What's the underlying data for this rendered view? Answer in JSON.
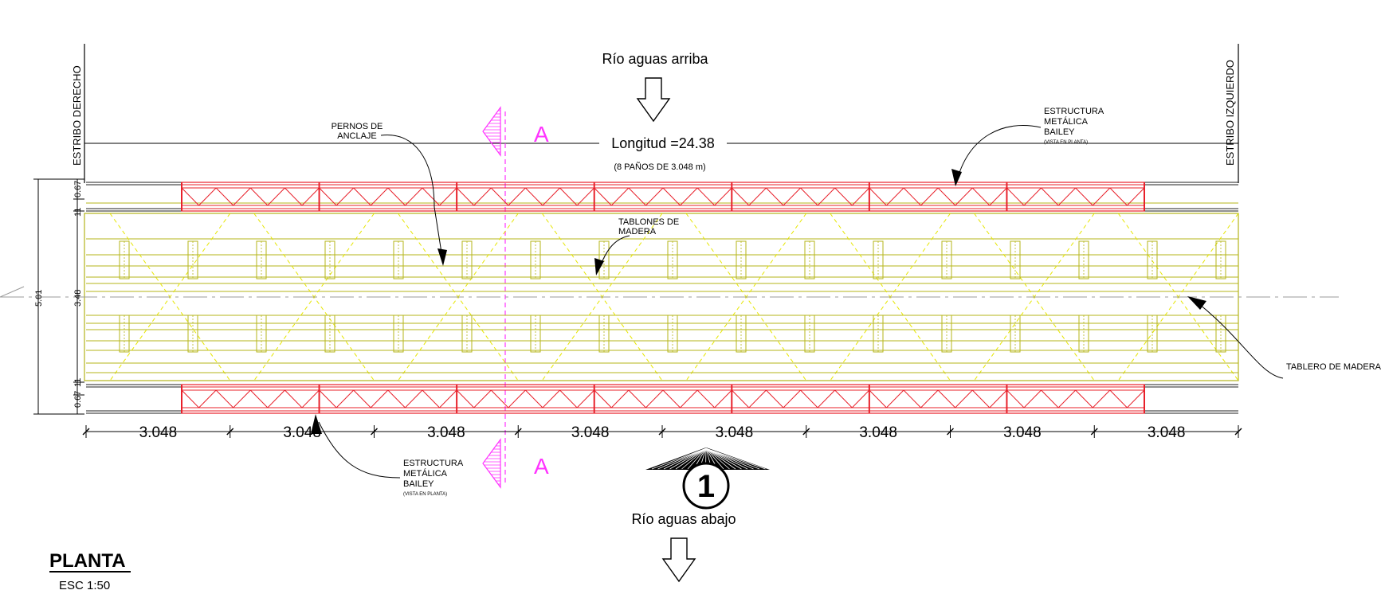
{
  "title_top": "Río aguas arriba",
  "title_bottom": "Río aguas abajo",
  "length_label": "Longitud =24.38",
  "panels_label": "(8 PAÑOS DE 3.048 m)",
  "left_abutment": "ESTRIBO  DERECHO",
  "right_abutment": "ESTRIBO  IZQUIERDO",
  "section_marker": "A",
  "detail_number": "1",
  "plan_title": "PLANTA",
  "scale": "ESC  1:50",
  "annotations": {
    "anchor_bolts": [
      "PERNOS DE",
      "ANCLAJE"
    ],
    "steel_top": [
      "ESTRUCTURA",
      "METÁLICA",
      "BAILEY",
      "(VISTA EN PLANTA)"
    ],
    "steel_bottom": [
      "ESTRUCTURA",
      "METÁLICA",
      "BAILEY",
      "(VISTA EN PLANTA)"
    ],
    "planks": [
      "TABLONES DE",
      "MADERA"
    ],
    "deck": "TABLERO DE MADERA"
  },
  "panel_dims": [
    "3.048",
    "3.048",
    "3.048",
    "3.048",
    "3.048",
    "3.048",
    "3.048",
    "3.048"
  ],
  "side_dims": {
    "total_width": "5.01",
    "deck_width": "3.48",
    "top_truss": "0.67",
    "top_gap": "11",
    "bottom_gap": "11",
    "bottom_truss": "0.67"
  },
  "colors": {
    "truss": "#e8202a",
    "deck": "#b5b51a",
    "marker": "#ff33ff",
    "line": "#000000",
    "centerline": "#999999"
  }
}
